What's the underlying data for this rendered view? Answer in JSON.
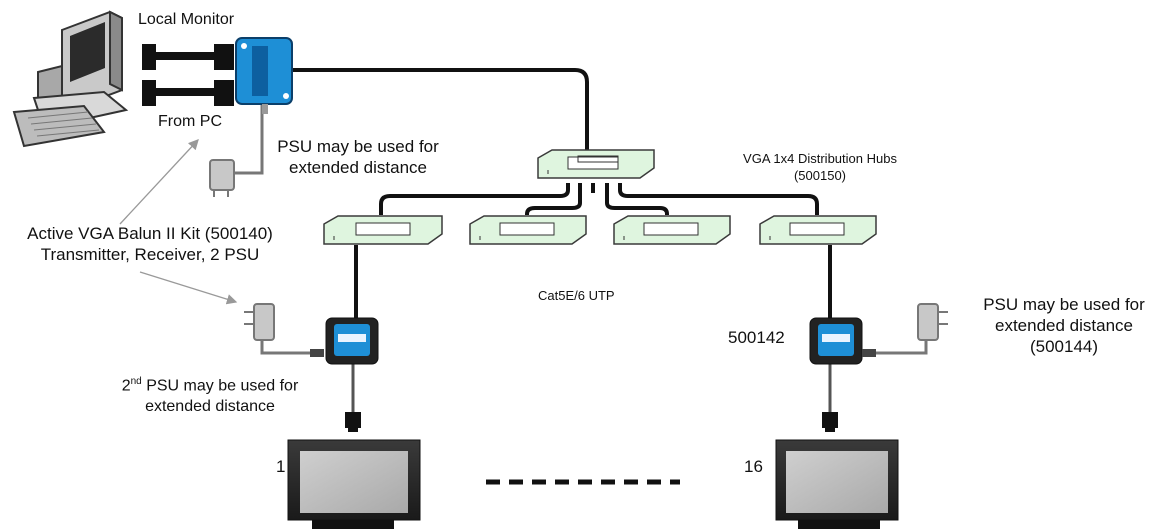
{
  "labels": {
    "local_monitor": "Local Monitor",
    "from_pc": "From PC",
    "psu_top_line1": "PSU may be used for",
    "psu_top_line2": "extended distance",
    "hubs_line1": "VGA 1x4 Distribution Hubs",
    "hubs_line2": "(500150)",
    "kit_line1": "Active VGA Balun II Kit (500140)",
    "kit_line2": "Transmitter, Receiver, 2 PSU",
    "cable": "Cat5E/6 UTP",
    "psu2_prefix": "2",
    "psu2_sup": "nd",
    "psu2_line1_rest": " PSU may be used for",
    "psu2_line2": "extended distance",
    "receiver_part": "500142",
    "psu_right_line1": "PSU may be used for",
    "psu_right_line2": "extended distance",
    "psu_right_line3": "(500144)",
    "monitor_left_num": "1",
    "monitor_right_num": "16"
  },
  "colors": {
    "hub_fill": "#dff5df",
    "hub_stroke": "#3a3a3a",
    "balun_fill": "#1e8fd6",
    "psu_fill": "#c8c8c8",
    "cable": "#111111",
    "arrow": "#999999"
  },
  "icons": {
    "pc": "desktop-computer-icon",
    "hub": "network-hub-icon",
    "transmitter": "vga-balun-transmitter-icon",
    "receiver": "vga-balun-receiver-icon",
    "psu": "power-supply-icon",
    "monitor": "flat-monitor-icon"
  }
}
